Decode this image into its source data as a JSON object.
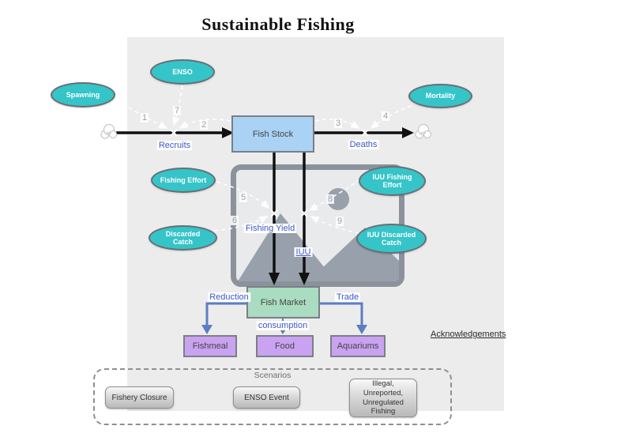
{
  "title": "Sustainable Fishing",
  "acknowledgements_link": "Acknowledgements",
  "variables": [
    {
      "label": "Spawning"
    },
    {
      "label": "ENSO"
    },
    {
      "label": "Mortality"
    },
    {
      "label": "Fishing Effort"
    },
    {
      "label": "Discarded Catch"
    },
    {
      "label": "IUU Fishing Effort"
    },
    {
      "label": "IUU Discarded Catch"
    }
  ],
  "stocks": {
    "fish_stock": "Fish Stock",
    "fish_market": "Fish Market",
    "fishmeal": "Fishmeal",
    "food": "Food",
    "aquariums": "Aquariums"
  },
  "flows": {
    "recruits": "Recruits",
    "deaths": "Deaths",
    "fishing_yield": "Fishing Yield",
    "iuu": "IUU",
    "reduction": "Reduction",
    "trade": "Trade",
    "consumption": "consumption"
  },
  "link_numbers": [
    "1",
    "2",
    "3",
    "4",
    "5",
    "6",
    "7",
    "8",
    "9"
  ],
  "scenarios": {
    "label": "Scenarios",
    "buttons": [
      {
        "label": "Fishery Closure"
      },
      {
        "label": "ENSO Event"
      },
      {
        "label": "Illegal,\nUnreported,\nUnregulated\nFishing"
      }
    ]
  },
  "colors": {
    "variable_fill": "#35c4c8",
    "stock_fill": "#aad2f5",
    "market_fill": "#a9dcc0",
    "product_fill": "#c9a3f1",
    "flow_arrow_blue": "#5b7ec2",
    "flow_label_blue": "#3b57c8",
    "panel_background": "#ececec",
    "placeholder_gray": "#98a0ab"
  }
}
